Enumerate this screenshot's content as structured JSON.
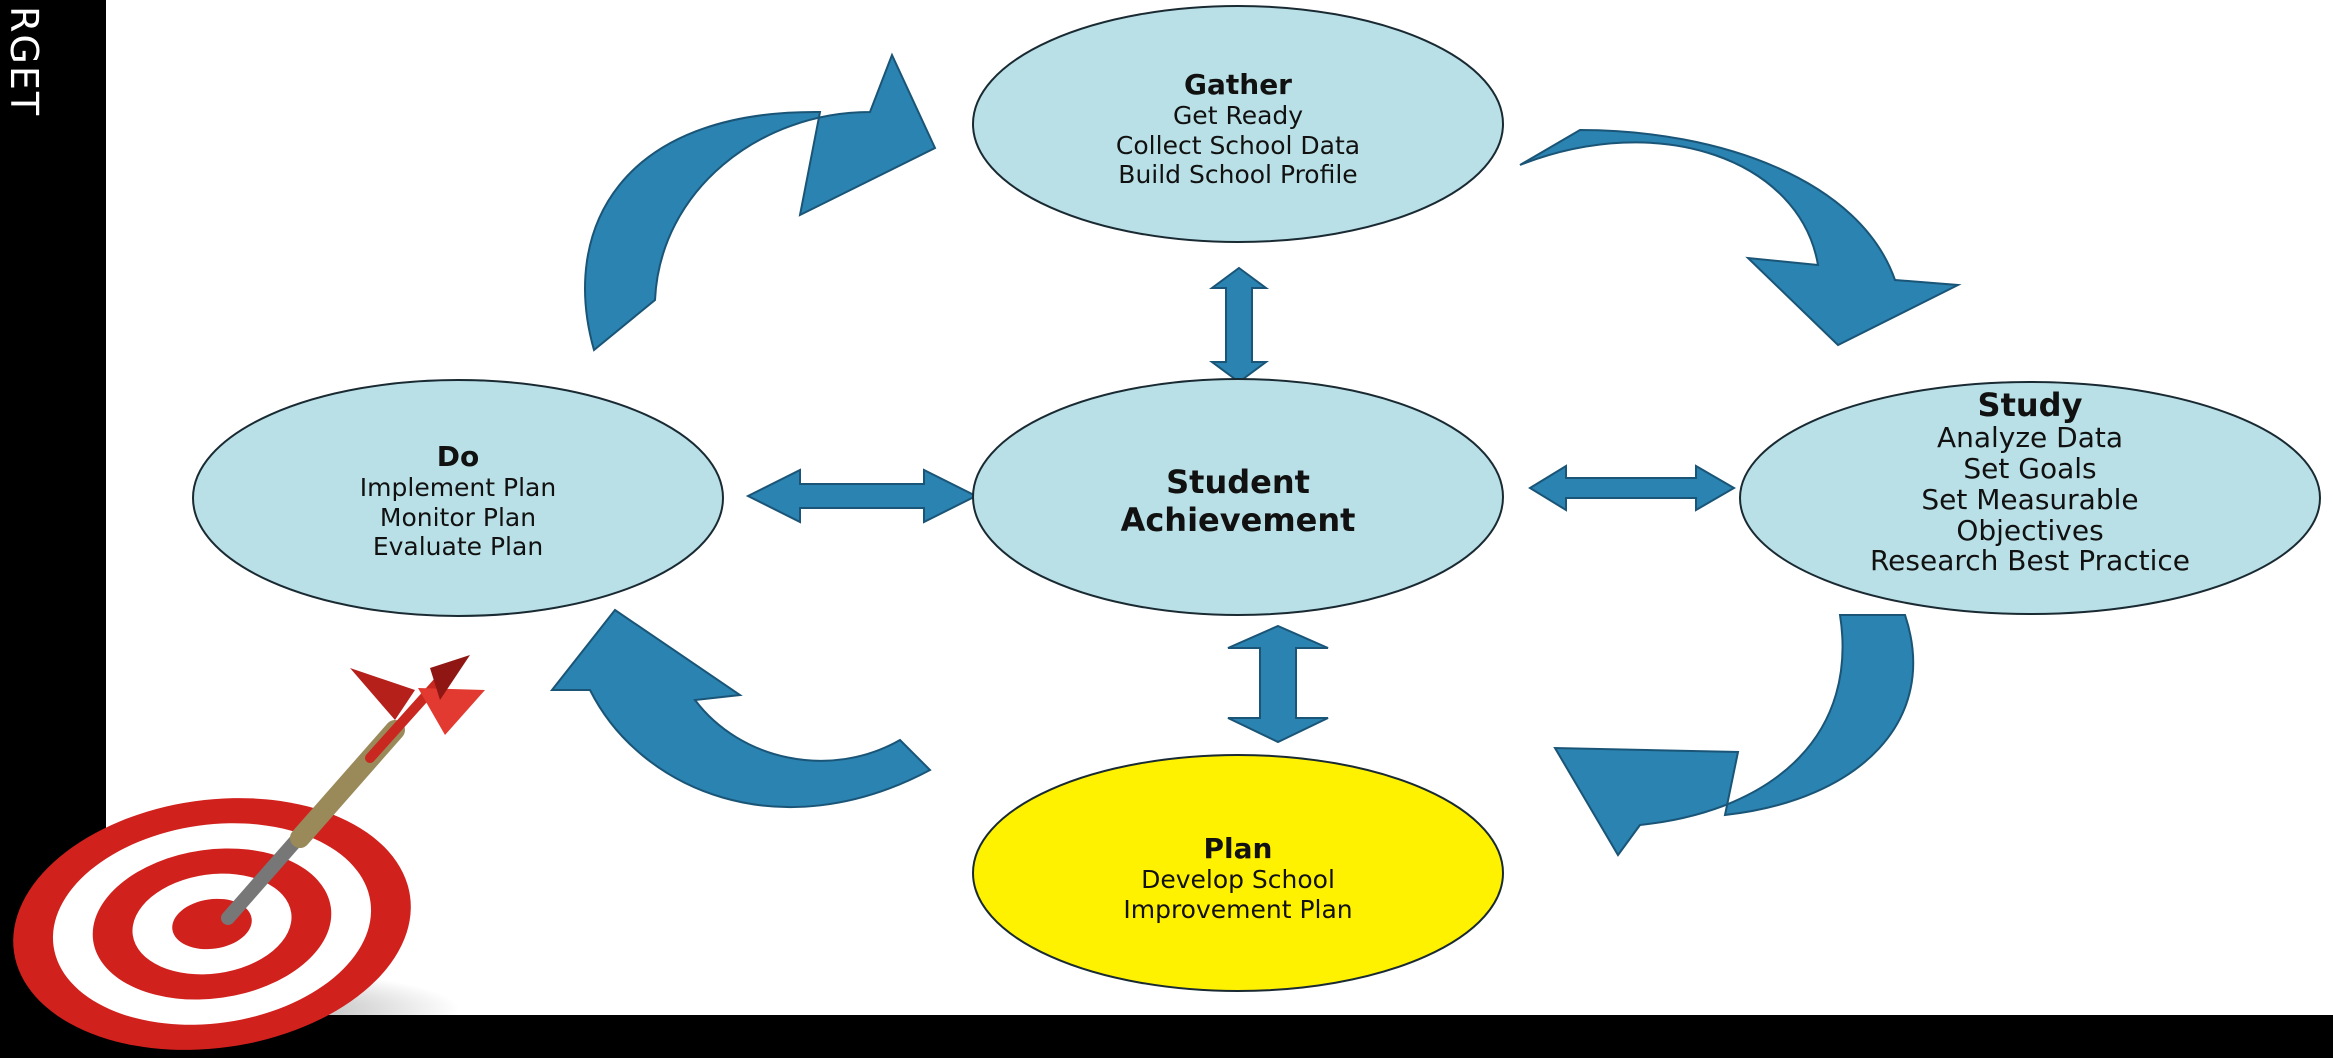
{
  "side_label": "RGET",
  "colors": {
    "arrow": "#2a83b0",
    "node_fill": "#b9e0e6",
    "plan_fill": "#fff200",
    "stroke": "#1a2a33"
  },
  "nodes": {
    "gather": {
      "title": "Gather",
      "lines": [
        "Get Ready",
        "Collect School Data",
        "Build School Profile"
      ]
    },
    "center": {
      "title": "Student",
      "title2": "Achievement"
    },
    "study": {
      "title": "Study",
      "lines": [
        "Analyze Data",
        "Set Goals",
        "Set Measurable",
        "Objectives",
        "Research Best Practice"
      ]
    },
    "do": {
      "title": "Do",
      "lines": [
        "Implement Plan",
        "Monitor Plan",
        "Evaluate Plan"
      ]
    },
    "plan": {
      "title": "Plan",
      "lines": [
        "Develop School",
        "Improvement Plan"
      ]
    }
  },
  "icons": [
    "curved-arrow-icon",
    "double-arrow-icon",
    "dart-target-icon"
  ]
}
